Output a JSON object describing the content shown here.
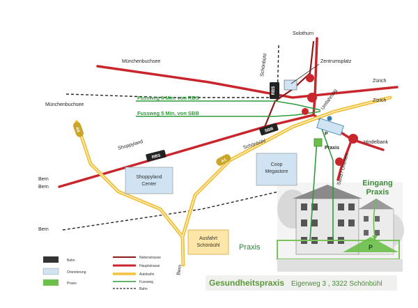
{
  "places": {
    "solothurn": "Solothurn",
    "zentrumsplatz": "Zentrumsplatz",
    "muenchenbuchsee_top": "Münchenbuchsee",
    "muenchenbuchsee_left": "Münchenbuchsee",
    "zuerich_1": "Zürich",
    "zuerich_2": "Zürich",
    "hindelbank": "Hindelbank",
    "bern_1": "Bern",
    "bern_2": "Bern",
    "bern_3": "Bern",
    "bern_bottom": "Bern",
    "schoenbuehl_1": "Schönbühl",
    "schoenbuehl_2": "Schönbühl",
    "shoppyland": "Shoppyland",
    "umfahrung": "Umfahrung",
    "sand_urtenen": "Sand / Urtenen"
  },
  "footpaths": {
    "rbs": "Fussweg 6 Min. von RBS",
    "sbb": "Fussweg 5 Min. von SBB"
  },
  "badges": {
    "rbs_1": "RBS",
    "rbs_2": "RBS",
    "sbb": "SBB",
    "a1": "A1",
    "a6": "A6",
    "parking": "P"
  },
  "boxes": {
    "shoppyland_center": [
      "Shoppyland",
      "Center"
    ],
    "coop_megastore": [
      "Coop",
      "Megastore"
    ],
    "ausfahrt": [
      "Ausfahrt",
      "Schönbühl"
    ]
  },
  "praxis_marker": "Praxis",
  "building": {
    "praxis": "Praxis",
    "eingang": [
      "Eingang",
      "Praxis"
    ],
    "parking": "P"
  },
  "legend": [
    {
      "label": "Bahn",
      "color": "#333333"
    },
    {
      "label": "Orientierung",
      "color": "#cfe3f3"
    },
    {
      "label": "Praxis",
      "color": "#6cc04a"
    },
    {
      "label": "Nebenstrasse",
      "color": "#8b1a1a"
    },
    {
      "label": "Hauptstrasse",
      "color": "#c8262c"
    },
    {
      "label": "Autobahn",
      "color": "#f2c23c"
    },
    {
      "label": "Fussweg",
      "color": "#2e9a3a"
    },
    {
      "label": "Bahn",
      "color": "#222222"
    }
  ],
  "footer": {
    "title": "Gesundheitspraxis",
    "address": "Eigerweg 3 ,  3322 Schönbühl"
  },
  "colors": {
    "hauptstrasse": "#c8262c",
    "nebenstrasse": "#8b1a1a",
    "autobahn": "#f2c23c",
    "fussweg": "#2e9a3a",
    "praxis": "#6cc04a",
    "orientierung": "#cfe3f3"
  }
}
